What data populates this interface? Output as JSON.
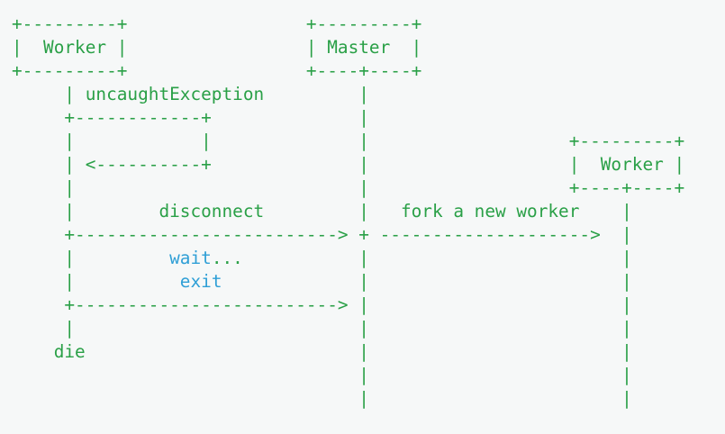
{
  "page": {
    "background": "#f6f8f8"
  },
  "diagram": {
    "colors": {
      "g": "#2aa047",
      "b": "#2f9fd6"
    },
    "actors": [
      "Worker",
      "Master",
      "Worker"
    ],
    "messages": [
      "uncaughtException",
      "disconnect",
      "fork a new worker",
      "wait...",
      "exit",
      "die"
    ],
    "lines": [
      [
        {
          "t": "+---------+                 +---------+",
          "c": "g"
        }
      ],
      [
        {
          "t": "|  Worker |                 | Master  |",
          "c": "g",
          "n": "actor-labels-worker-master"
        }
      ],
      [
        {
          "t": "+---------+                 +----+----+",
          "c": "g"
        }
      ],
      [
        {
          "t": "     | uncaughtException         |",
          "c": "g",
          "n": "uncaught-exception-label"
        }
      ],
      [
        {
          "t": "     +------------+              |",
          "c": "g"
        }
      ],
      [
        {
          "t": "     |            |              |                   +---------+",
          "c": "g"
        }
      ],
      [
        {
          "t": "     | <----------+              |                   |  Worker |",
          "c": "g",
          "n": "new-worker-label"
        }
      ],
      [
        {
          "t": "     |                           |                   +----+----+",
          "c": "g"
        }
      ],
      [
        {
          "t": "     |        disconnect         |   fork a new worker    |",
          "c": "g",
          "n": "disconnect-fork-labels"
        }
      ],
      [
        {
          "t": "     +-------------------------> + -------------------->  |",
          "c": "g",
          "n": "disconnect-fork-arrows"
        }
      ],
      [
        {
          "t": "     |         ",
          "c": "g"
        },
        {
          "t": "wait",
          "c": "b",
          "n": "wait-label"
        },
        {
          "t": "...           |                        |",
          "c": "g"
        }
      ],
      [
        {
          "t": "     |          ",
          "c": "g"
        },
        {
          "t": "exit",
          "c": "b",
          "n": "exit-label"
        },
        {
          "t": "             |                        |",
          "c": "g"
        }
      ],
      [
        {
          "t": "     +-------------------------> |                        |",
          "c": "g",
          "n": "exit-arrow"
        }
      ],
      [
        {
          "t": "     |                           |                        |",
          "c": "g"
        }
      ],
      [
        {
          "t": "    die                          |                        |",
          "c": "g",
          "n": "die-label"
        }
      ],
      [
        {
          "t": "                                 |                        |",
          "c": "g"
        }
      ],
      [
        {
          "t": "                                 |                        |",
          "c": "g"
        }
      ]
    ]
  }
}
